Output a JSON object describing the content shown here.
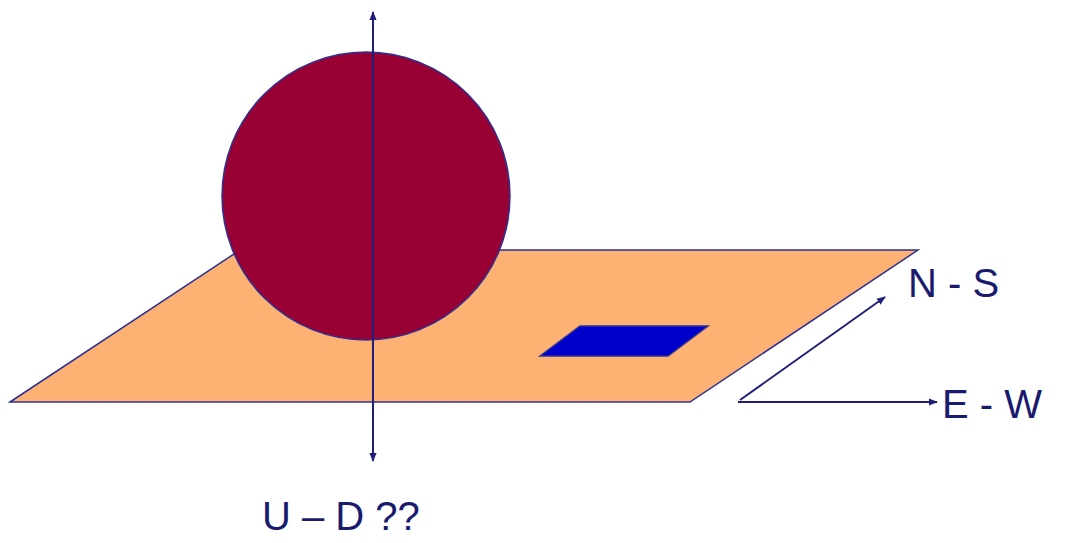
{
  "diagram": {
    "labels": [
      "N - S",
      "E - W",
      "U – D ??"
    ]
  }
}
